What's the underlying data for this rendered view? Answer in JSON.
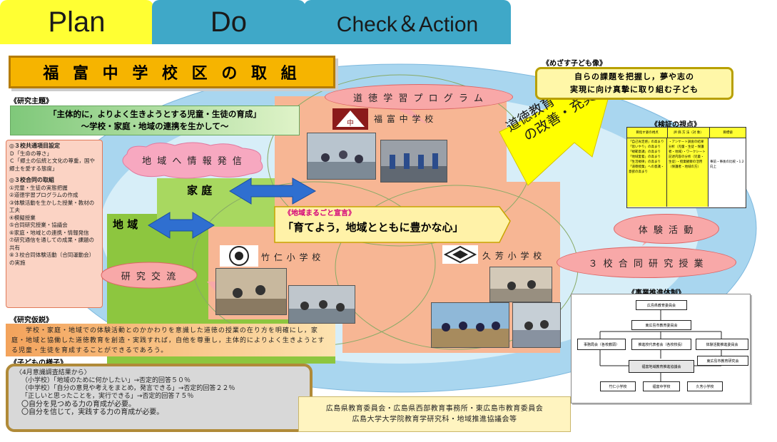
{
  "tabs": {
    "plan": "Plan",
    "do": "Do",
    "check_action": "Check＆Action"
  },
  "title": "福 富 中 学 校 区 の 取 組",
  "research_theme": {
    "label": "《研究主題》",
    "line1": "「主体的に，よりよく生きようとする児童・生徒の育成」",
    "line2": "～学校・家庭・地域の連携を生かして～"
  },
  "left_panel": {
    "section1_title": "◎３校共通項目設定",
    "section1_items": [
      "Ｄ「生命の尊さ」",
      "Ｃ「郷土の伝統と文化の尊重，国や郷土を愛する態度」"
    ],
    "section2_title": "◎３校合同の取組",
    "section2_items": [
      "①児童・生徒の実態把握",
      "②道徳学習プログラムの作成",
      "③体験活動を生かした授業・教材の工夫",
      "④模擬授業",
      "⑤合同研究授業・協議会",
      "⑥家庭・地域との連携・情報発信",
      "⑦研究通信を通しての成果・課題の共有",
      "⑧３校合同体験活動（合同運動会）の実施"
    ]
  },
  "hypothesis": {
    "label": "《研究仮説》",
    "text": "学校・家庭・地域での体験活動とのかかわりを意識した道徳の授業の在り方を明確にし，家庭・地域と協働した道徳教育を創造・実践すれば，自他を尊重し，主体的によりよく生きようとする児童・生徒を育成することができるであろう。"
  },
  "children": {
    "label": "《子どもの様子》",
    "line1": "〈4月意識調査結果から〉",
    "line2": "（小学校）「地域のために何かしたい」→否定的回答５０％",
    "line3": "（中学校）「自分の意見や考えをまとめ，発言できる」→否定的回答２２％",
    "line4": "「正しいと思ったことを，実行できる」→否定的回答７５％",
    "line5": "〇自分を見つめる力の育成が必要。",
    "line6": "〇自分を信じて，実践する力の育成が必要。"
  },
  "diagram": {
    "cloud_info": "地 域 へ 情 報 発 信",
    "cloud_exchange": "研 究 交 流",
    "oval_program": "道 徳 学 習 プ ロ グ ラ ム",
    "oval_experience": "体 験 活 動",
    "oval_joint": "３ 校 合 同 研 究 授 業",
    "home_label": "家 庭",
    "region_label": "地 域",
    "school_fukutomi": "福 富 中 学 校",
    "school_takeni": "竹 仁 小 学 校",
    "school_kuyoshi": "久 芳 小 学 校",
    "declaration_label": "《地域まるごと宣言》",
    "declaration_text": "「育てよう，地域とともに豊かな心」",
    "arrow_text_line1": "道徳教育",
    "arrow_text_line2": "の改善・充実"
  },
  "goal": {
    "label": "《めざす子ども像》",
    "line1": "自らの課題を把握し，夢や志の",
    "line2": "実現に向け真摯に取り組む子ども"
  },
  "evaluation": {
    "label": "《検証の視点》",
    "headers": [
      "目指す姿の視点",
      "評 価 方 法（対 象）",
      "目標値"
    ],
    "col1": "「自己肯定感」の高まり　「思いやり」の高まり　「規範意識」の高まり　「地域愛着」の高まり　「生活規律」の高まり　「道徳授業」への意識・意欲の高まり",
    "col2": "・アンケート調査の結果分析（児童・生徒・保護者・地域）・ワークシート記述内容の分析（児童・生徒）・授業観察の活用（保護者・地域の方）",
    "col3": "事前・事後の比較・1.2向上"
  },
  "org_chart": {
    "label": "《事業推進体制》",
    "pref_board": "広島県教育委員会",
    "city_board": "東広島市教育委員会",
    "left_unit": "事務局会（各校教頭）",
    "middle_unit": "推進校代表者会（各校校長）",
    "right_unit": "体験活動推進委員会",
    "council": "福富地域教育推進協議会",
    "council_right": "東広島市教育研究会",
    "school_a": "竹仁小学校",
    "school_b": "福富中学校",
    "school_c": "久芳小学校"
  },
  "footer": {
    "line1": "広島県教育委員会・広島県西部教育事務所・東広島市教育委員会",
    "line2": "広島大学大学院教育学研究科・地域推進協議会等"
  }
}
